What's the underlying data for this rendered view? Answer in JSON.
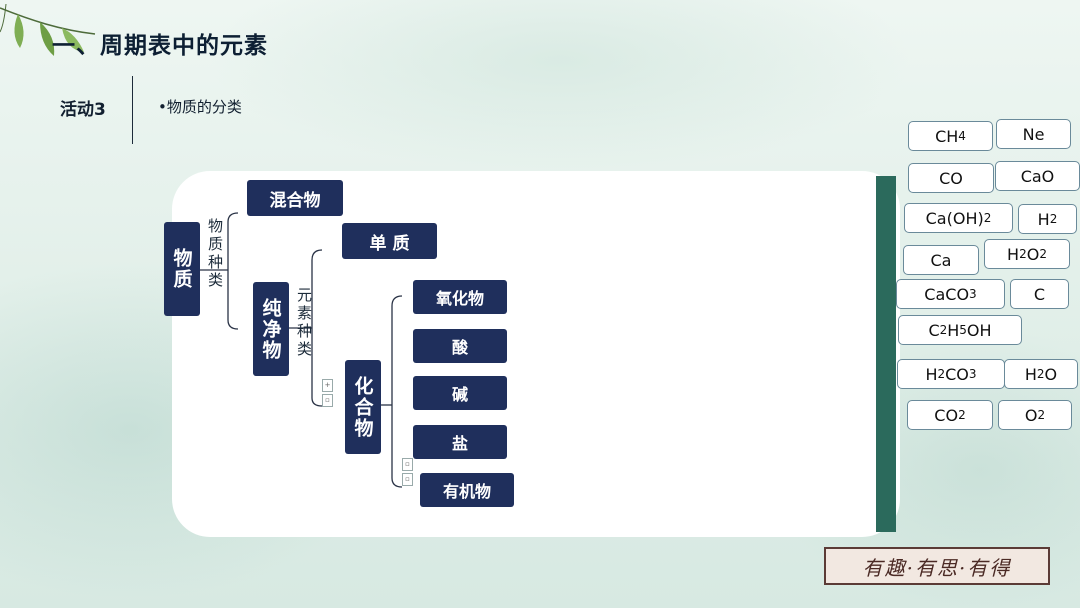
{
  "header": {
    "title": "一、周期表中的元素",
    "activity": "活动3",
    "subtitle": "•物质的分类"
  },
  "tree": {
    "root": "物质",
    "branch_label_1": "物质种类",
    "mixture": "混合物",
    "pure": "纯净物",
    "branch_label_2": "元素种类",
    "element": "单 质",
    "compound": "化合物",
    "compound_children": [
      "氧化物",
      "酸",
      "碱",
      "盐",
      "有机物"
    ]
  },
  "chips": [
    {
      "base": "CH",
      "sub": "4",
      "rest": ""
    },
    {
      "base": "Ne",
      "sub": "",
      "rest": ""
    },
    {
      "base": "CO",
      "sub": "",
      "rest": ""
    },
    {
      "base": "CaO",
      "sub": "",
      "rest": ""
    },
    {
      "base": "Ca(OH)",
      "sub": "2",
      "rest": ""
    },
    {
      "base": "H",
      "sub": "2",
      "rest": ""
    },
    {
      "base": "Ca",
      "sub": "",
      "rest": ""
    },
    {
      "base": "H",
      "sub": "2",
      "rest": "O",
      "sub2": "2"
    },
    {
      "base": "CaCO",
      "sub": "3",
      "rest": ""
    },
    {
      "base": "C",
      "sub": "",
      "rest": ""
    },
    {
      "base": "C",
      "sub": "2",
      "rest": "H",
      "sub2": "5",
      "rest2": "OH"
    },
    {
      "base": "H",
      "sub": "2",
      "rest": "CO",
      "sub2": "3"
    },
    {
      "base": "H",
      "sub": "2",
      "rest": "O"
    },
    {
      "base": "CO",
      "sub": "2",
      "rest": ""
    },
    {
      "base": "O",
      "sub": "2",
      "rest": ""
    }
  ],
  "stamp": "有趣·有思·有得"
}
